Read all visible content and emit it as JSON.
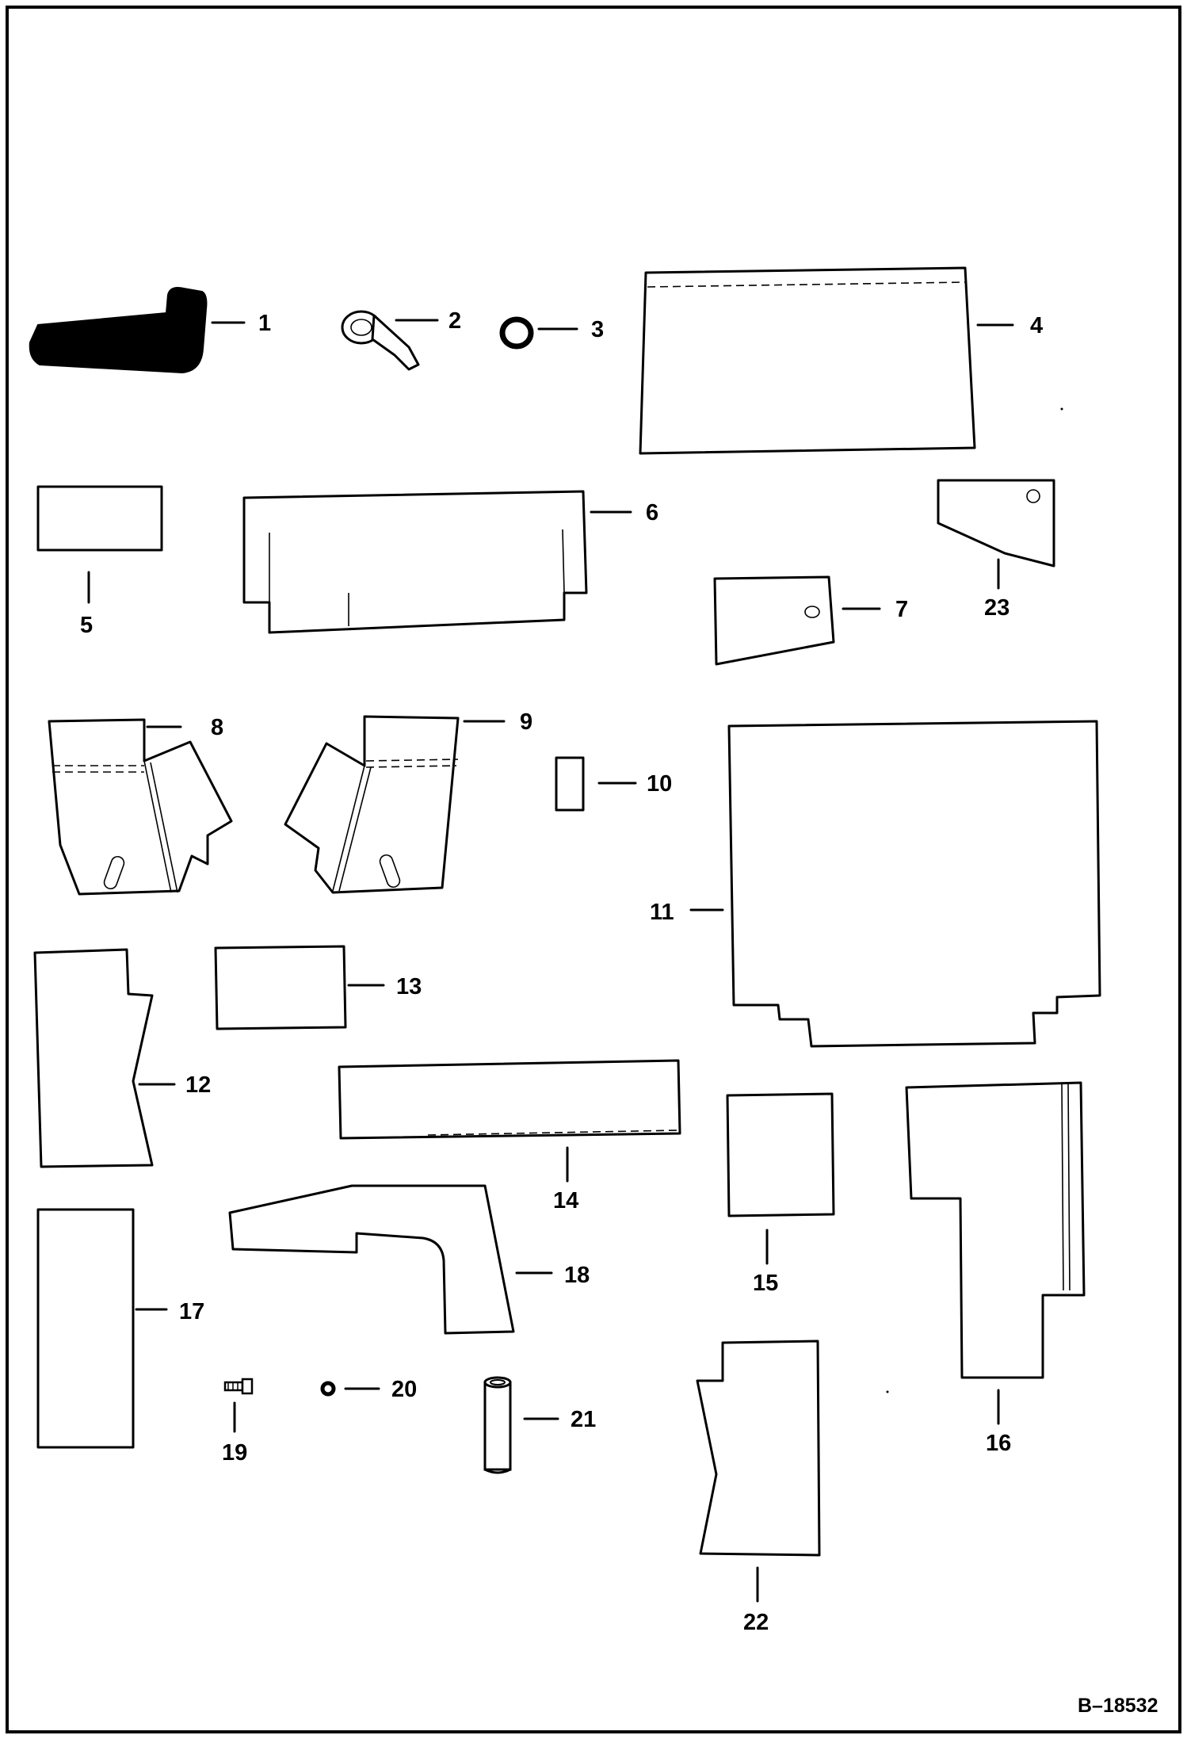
{
  "diagram": {
    "document_number": "B–18532",
    "parts": [
      {
        "label": "1",
        "icon": "hose-icon"
      },
      {
        "label": "2",
        "icon": "clamp-bracket-icon"
      },
      {
        "label": "3",
        "icon": "grommet-icon"
      },
      {
        "label": "4",
        "icon": "panel-icon"
      },
      {
        "label": "5",
        "icon": "panel-icon"
      },
      {
        "label": "6",
        "icon": "panel-icon"
      },
      {
        "label": "7",
        "icon": "bracket-icon"
      },
      {
        "label": "8",
        "icon": "panel-icon"
      },
      {
        "label": "9",
        "icon": "panel-icon"
      },
      {
        "label": "10",
        "icon": "pad-icon"
      },
      {
        "label": "11",
        "icon": "panel-icon"
      },
      {
        "label": "12",
        "icon": "panel-icon"
      },
      {
        "label": "13",
        "icon": "panel-icon"
      },
      {
        "label": "14",
        "icon": "panel-icon"
      },
      {
        "label": "15",
        "icon": "panel-icon"
      },
      {
        "label": "16",
        "icon": "panel-icon"
      },
      {
        "label": "17",
        "icon": "panel-icon"
      },
      {
        "label": "18",
        "icon": "panel-icon"
      },
      {
        "label": "19",
        "icon": "bolt-icon"
      },
      {
        "label": "20",
        "icon": "nut-icon"
      },
      {
        "label": "21",
        "icon": "spacer-icon"
      },
      {
        "label": "22",
        "icon": "panel-icon"
      },
      {
        "label": "23",
        "icon": "bracket-icon"
      }
    ]
  }
}
